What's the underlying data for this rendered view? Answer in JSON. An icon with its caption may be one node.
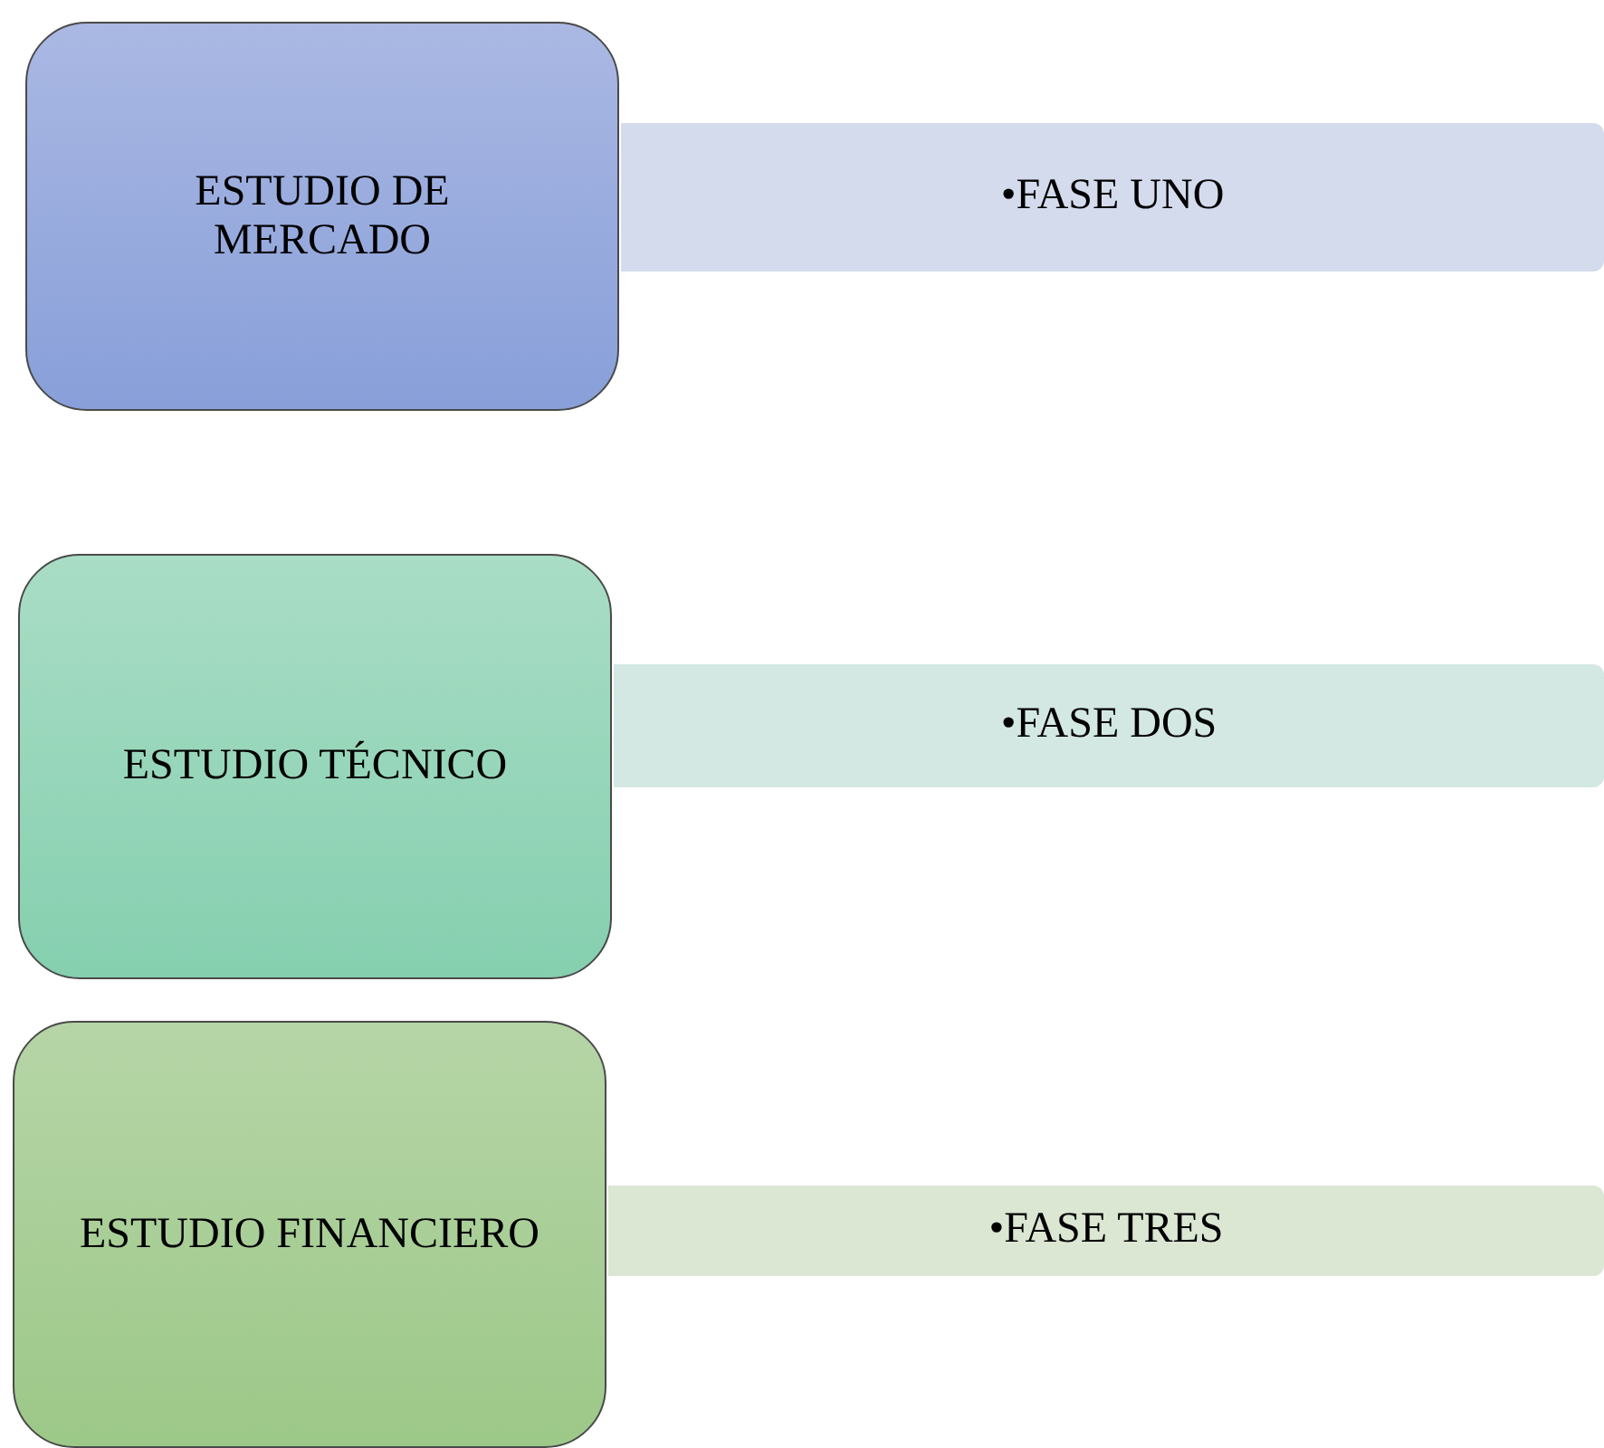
{
  "diagram": {
    "nodes": [
      {
        "text": [
          "ESTUDIO DE MERCADO"
        ]
      },
      {
        "text": [
          "•FASE UNO"
        ]
      },
      {
        "text": [
          "ESTUDIO TÉCNICO"
        ]
      },
      {
        "text": [
          "•FASE DOS"
        ]
      },
      {
        "text": [
          "ESTUDIO FINANCIERO"
        ]
      },
      {
        "text": [
          "•FASE TRES"
        ]
      }
    ]
  }
}
